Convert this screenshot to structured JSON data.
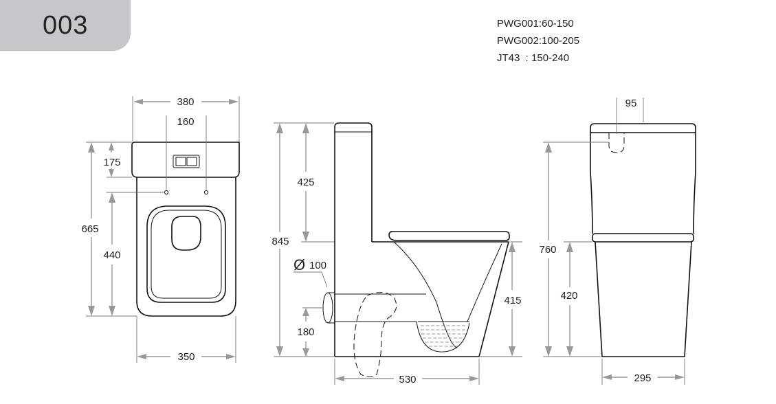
{
  "badge": {
    "label": "003"
  },
  "models": [
    "PWG001:60-150",
    "PWG002:100-205",
    "JT43  : 150-240"
  ],
  "dimensions": {
    "front_width_top": "380",
    "front_inlet_spacing": "160",
    "front_cistern_height": "175",
    "front_total_height": "665",
    "front_bowl_height": "440",
    "front_base_width": "350",
    "side_total_height": "845",
    "side_cistern_height": "425",
    "side_outlet_diameter_symbol": "Ø",
    "side_outlet_diameter": "100",
    "side_outlet_height": "180",
    "side_seat_height": "415",
    "side_depth": "530",
    "back_offset": "95",
    "back_total_height": "760",
    "back_seat_height": "420",
    "back_base_width": "295"
  }
}
